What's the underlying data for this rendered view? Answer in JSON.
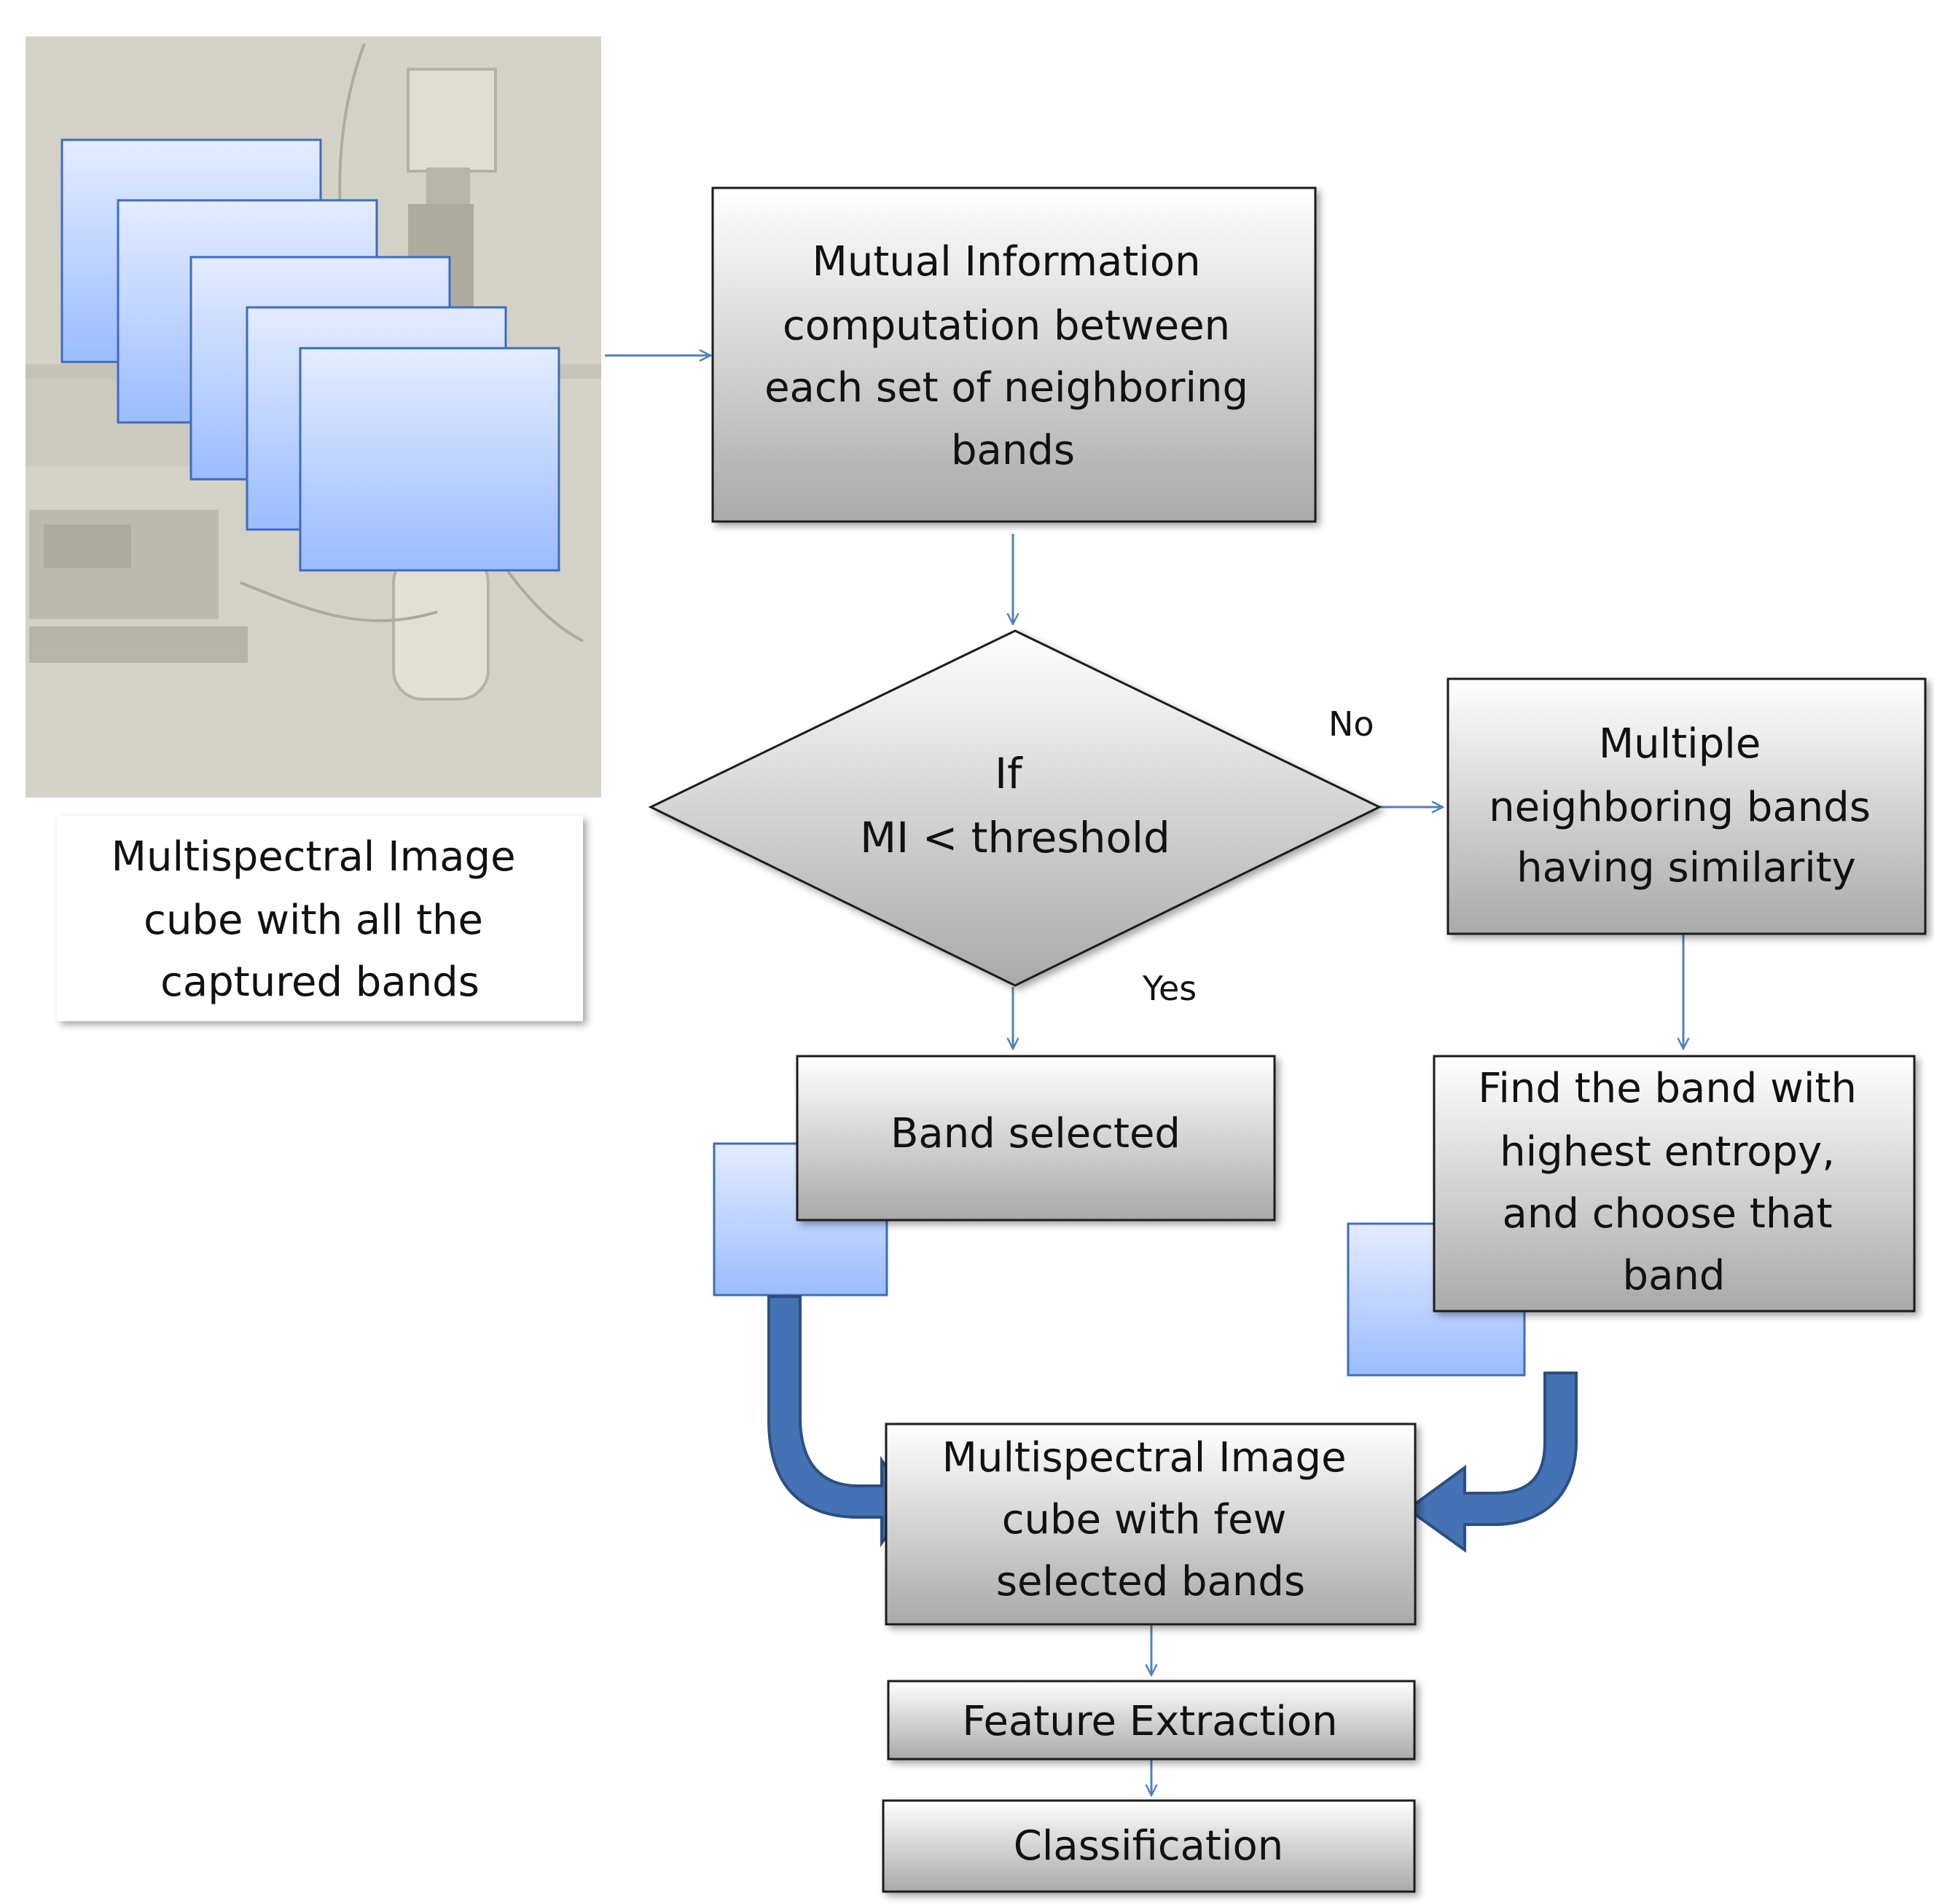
{
  "colors": {
    "box_gradient_top": "#ffffff",
    "box_gradient_bottom": "#a9a9a9",
    "box_border": "#1a1a1a",
    "band_gradient_top": "#e4ecff",
    "band_gradient_bottom": "#9bbcff",
    "band_border": "#3d6cc0",
    "connector": "#4f81bd",
    "curved_arrow": "#4472b4",
    "curved_arrow_border": "#2c4f80",
    "photo_background": "#d4d2c7"
  },
  "input_caption": [
    "Multispectral Image",
    "cube with all the",
    "captured bands"
  ],
  "mi_box": [
    "Mutual Information",
    "computation between",
    "each set of  neighboring",
    "bands"
  ],
  "decision": [
    "If",
    "MI < threshold"
  ],
  "labels": {
    "no": "No",
    "yes": "Yes"
  },
  "similar_box": [
    "Multiple",
    "neighboring bands",
    "having similarity"
  ],
  "band_selected_box": [
    "Band selected"
  ],
  "entropy_box": [
    "Find the band with",
    "highest entropy,",
    "and choose that",
    "band"
  ],
  "result_box": [
    "Multispectral Image",
    "cube with few",
    "selected  bands"
  ],
  "feature_box": [
    "Feature Extraction"
  ],
  "classification_box": [
    "Classification"
  ]
}
